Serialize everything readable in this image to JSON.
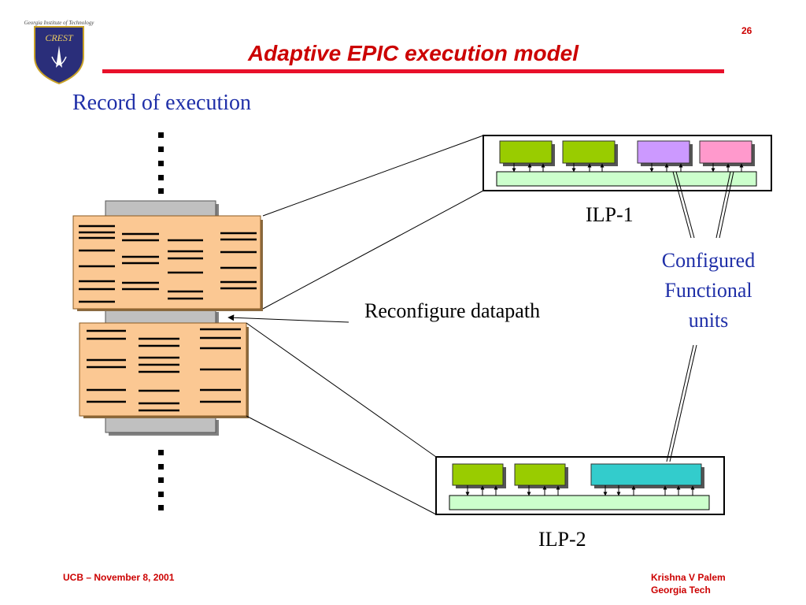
{
  "header": {
    "logo_top_text": "Georgia Institute of Technology",
    "logo_text": "CREST",
    "page_number": "26",
    "title": "Adaptive EPIC execution model"
  },
  "diagram": {
    "record_label": "Record of execution",
    "reconfigure_label": "Reconfigure datapath",
    "ilp1_label": "ILP-1",
    "ilp2_label": "ILP-2",
    "configured_label": [
      "Configured",
      "Functional",
      "units"
    ]
  },
  "colors": {
    "title": "#cc0000",
    "blue_text": "#1f2fa8",
    "record_block": "#fbc893",
    "fu_green": "#99cc00",
    "fu_purple": "#cc99ff",
    "fu_pink": "#ff99cc",
    "fu_cyan": "#33cccc",
    "bus": "#ccffcc"
  },
  "footer": {
    "left": "UCB – November 8, 2001",
    "right_line1": "Krishna V Palem",
    "right_line2": "Georgia Tech"
  }
}
